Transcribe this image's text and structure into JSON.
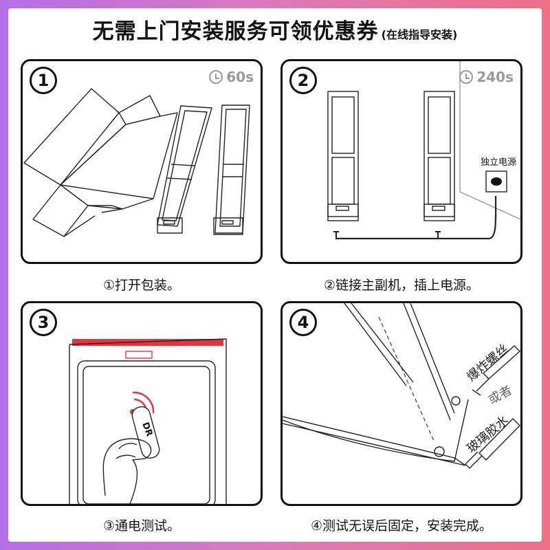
{
  "header": {
    "title": "无需上门安装服务可领优惠券",
    "subtitle": "(在线指导安装)"
  },
  "steps": [
    {
      "number": "1",
      "timer": "60s",
      "caption": "①打开包装。"
    },
    {
      "number": "2",
      "timer": "240s",
      "caption": "②链接主副机，插上电源。",
      "socket_label": "独立电源"
    },
    {
      "number": "3",
      "caption": "③通电测试。",
      "tag_text": "DR"
    },
    {
      "number": "4",
      "caption": "④测试无误后固定，安装完成。",
      "option_a": "爆炸螺丝",
      "option_or": "或者",
      "option_b": "玻璃胶水"
    }
  ],
  "colors": {
    "accent": "#e8323c",
    "border": "#111111",
    "muted": "#9a9a9a"
  },
  "icons": {
    "timer": "clock-icon",
    "signal": "signal-waves-icon"
  }
}
